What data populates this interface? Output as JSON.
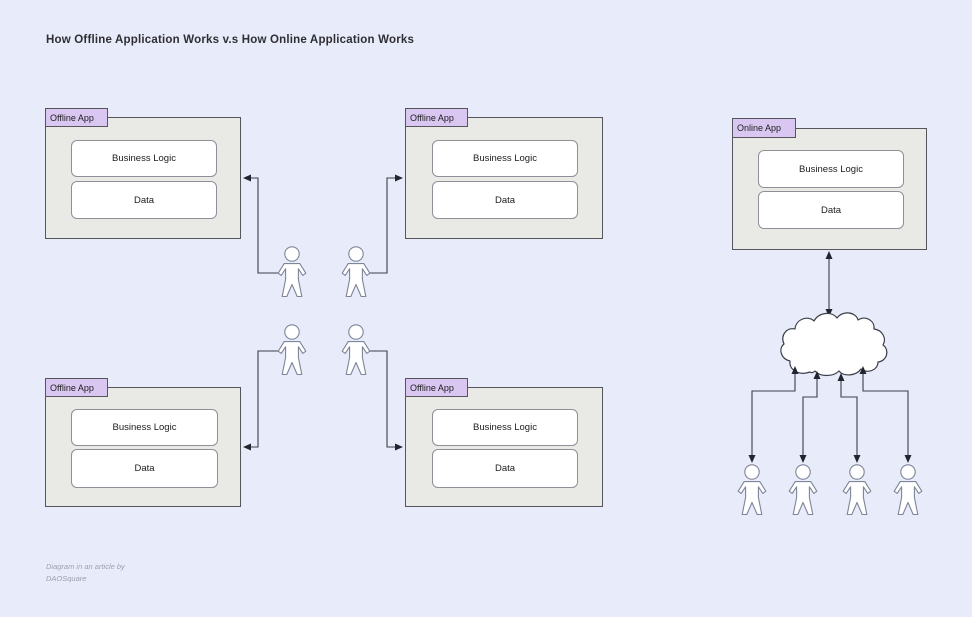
{
  "title": "How Offline Application Works v.s How Online Application Works",
  "offline_apps": [
    {
      "tab": "Offline App",
      "business_logic": "Business Logic",
      "data": "Data"
    },
    {
      "tab": "Offline App",
      "business_logic": "Business Logic",
      "data": "Data"
    },
    {
      "tab": "Offline App",
      "business_logic": "Business Logic",
      "data": "Data"
    },
    {
      "tab": "Offline App",
      "business_logic": "Business Logic",
      "data": "Data"
    }
  ],
  "online_app": {
    "tab": "Online App",
    "business_logic": "Business Logic",
    "data": "Data"
  },
  "caption": {
    "line1": "Diagram in an article by",
    "line2": "DAOSquare"
  },
  "colors": {
    "background": "#e8ecfa",
    "app_box_fill": "#e9e9e5",
    "app_box_border": "#55565c",
    "tab_fill": "#dac7f1",
    "inner_box_fill": "#ffffff",
    "inner_box_border": "#8f9097",
    "connector": "#3b3e49",
    "figure_outline": "#7d8597",
    "title_text": "#2e2e33",
    "caption_text": "#9aa0b2"
  },
  "icons": {
    "person": "person-icon",
    "cloud": "cloud-icon"
  }
}
